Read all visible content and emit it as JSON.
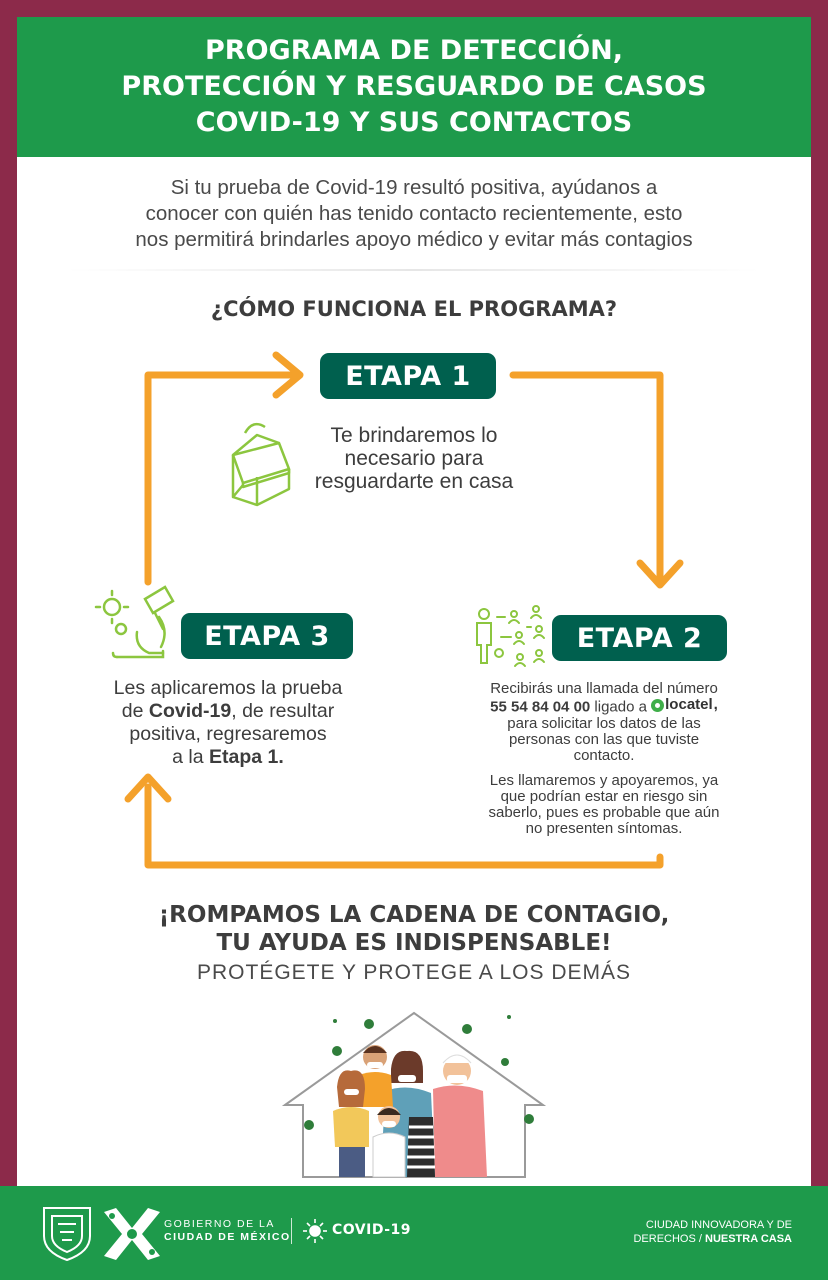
{
  "header": {
    "title_line1": "PROGRAMA DE DETECCIÓN,",
    "title_line2": "PROTECCIÓN Y RESGUARDO DE CASOS",
    "title_line3": "COVID-19 Y SUS CONTACTOS"
  },
  "intro": {
    "line1": "Si tu prueba de Covid-19 resultó positiva, ayúdanos a",
    "line2": "conocer con quién has tenido contacto recientemente, esto",
    "line3": "nos permitirá brindarles apoyo médico y evitar más contagios"
  },
  "section_title": "¿CÓMO FUNCIONA EL PROGRAMA?",
  "stages": {
    "stage1": {
      "label": "ETAPA 1",
      "line1": "Te brindaremos lo",
      "line2": "necesario para",
      "line3": "resguardarte en casa",
      "icon": "box-icon"
    },
    "stage2": {
      "label": "ETAPA 2",
      "p1_line1_prefix": "Recibirás una llamada del número",
      "phone": "55 54 84 04 00",
      "p1_linked": "ligado a",
      "brand": "locatel",
      "p1_line3": "para solicitar los datos de las",
      "p1_line4": "personas con las que tuviste",
      "p1_line5": "contacto.",
      "p2_line1": "Les llamaremos y apoyaremos, ya",
      "p2_line2": "que podrían estar en riesgo sin",
      "p2_line3": "saberlo, pues es probable que aún",
      "p2_line4": "no presenten síntomas.",
      "icon": "contacts-network-icon"
    },
    "stage3": {
      "label": "ETAPA 3",
      "line1": "Les aplicaremos la prueba",
      "line2_prefix": "de",
      "line2_bold": "Covid-19",
      "line2_suffix": ", de resultar",
      "line3": "positiva, regresaremos",
      "line4_prefix": "a la",
      "line4_bold": "Etapa 1.",
      "icon": "microscope-icon"
    }
  },
  "cta": {
    "line1": "¡ROMPAMOS LA CADENA DE CONTAGIO,",
    "line2": "TU AYUDA ES INDISPENSABLE!",
    "subline": "PROTÉGETE Y PROTEGE A LOS DEMÁS"
  },
  "footer": {
    "gov_line1": "GOBIERNO DE LA",
    "gov_line2": "CIUDAD DE MÉXICO",
    "covid_label": "COVID-19",
    "right_line1": "CIUDAD INNOVADORA Y DE",
    "right_line2_prefix": "DERECHOS /",
    "right_line2_bold": "NUESTRA CASA"
  },
  "colors": {
    "frame": "#8c2a4a",
    "green": "#1e9a4b",
    "badge": "#00604e",
    "arrow": "#f4a12b",
    "icon_green": "#8cc63f"
  }
}
